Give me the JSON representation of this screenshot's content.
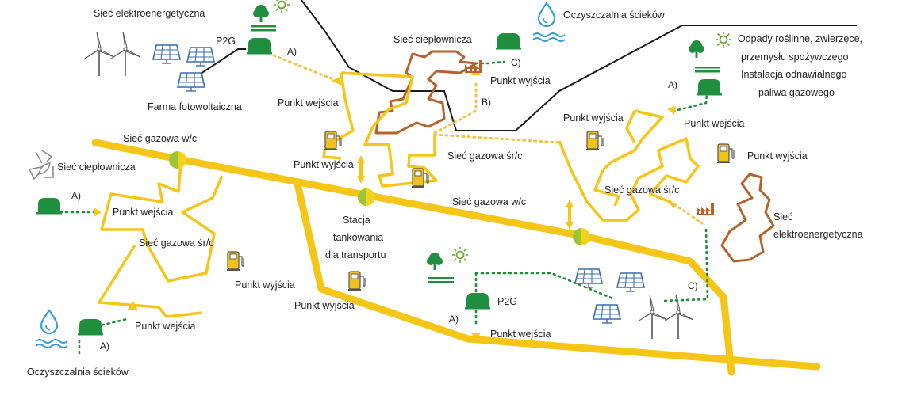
{
  "labels": {
    "power_grid_top": "Sieć elektroenergetyczna",
    "p2g_top": "P2G",
    "pv_farm": "Farma fotowoltaiczna",
    "wastewater_top": "Oczyszczalnia ścieków",
    "heat_net_top": "Sieć ciepłownicza",
    "letter_a_top": "A)",
    "letter_b_center": "B)",
    "letter_c_top": "C)",
    "exit_point_top": "Punkt wyjścia",
    "entry_point_center": "Punkt wejścia",
    "biowaste_line1": "Odpady roślinne, zwierzęce,",
    "biowaste_line2": "przemysłu spożywczego",
    "biowaste_line3": "Instalacja odnawialnego",
    "biowaste_line4": "paliwa gazowego",
    "letter_a_right": "A)",
    "exit_point_right_top": "Punkt wyjścia",
    "entry_point_right": "Punkt wejścia",
    "exit_point_right": "Punkt wyjścia",
    "gas_hp_left": "Sieć gazowa w/c",
    "heat_net_left": "Sieć ciepłownicza",
    "exit_point_center_left": "Punkt wyjścia",
    "gas_mp_center": "Sieć gazowa śr/c",
    "letter_a_left": "A)",
    "entry_point_left": "Punkt wejścia",
    "gas_hp_center": "Sieć gazowa w/c",
    "gas_mp_right": "Sieć gazowa śr/c",
    "station_line1": "Stacja",
    "station_line2": "tankowania",
    "station_line3": "dla transportu",
    "power_grid_right_line1": "Sieć",
    "power_grid_right_line2": "elektroenergetyczna",
    "gas_mp_left": "Sieć gazowa śr/c",
    "exit_point_left": "Punkt wyjścia",
    "exit_point_bottom_center": "Punkt wyjścia",
    "p2g_bottom": "P2G",
    "letter_a_bottom": "A)",
    "entry_point_bottom": "Punkt wejścia",
    "letter_c_bottom": "C)",
    "entry_point_bottom_left": "Punkt wejścia",
    "letter_a_bottom_left": "A)",
    "wastewater_bottom": "Oczyszczalnia ścieków"
  },
  "colors": {
    "gas_pipe": "#f5c518",
    "gas_pipe_dotted": "#f3c34a",
    "green_link": "#1e8c3a",
    "facility_green": "#1f8f3f",
    "heat_net": "#b8612a",
    "power_line": "#1a1a1a",
    "pv_blue": "#3a6bb4",
    "water_blue": "#35a0d8",
    "pump_yellow": "#f1c21b",
    "node_green": "#9cc534",
    "node_yellow": "#f5d21c",
    "arrow_yellow": "#f5c518",
    "sun_green": "#6aa82e"
  },
  "icons": {
    "wind_turbine": "wind-turbine-icon",
    "solar_panel": "solar-panel-icon",
    "biogas_plant": "biogas-plant-icon",
    "water_drop": "water-drop-icon",
    "fuel_pump": "fuel-pump-icon",
    "factory": "factory-icon",
    "tree": "tree-icon",
    "sun": "sun-icon",
    "recycle": "recycle-icon",
    "junction": "junction-node-icon"
  }
}
